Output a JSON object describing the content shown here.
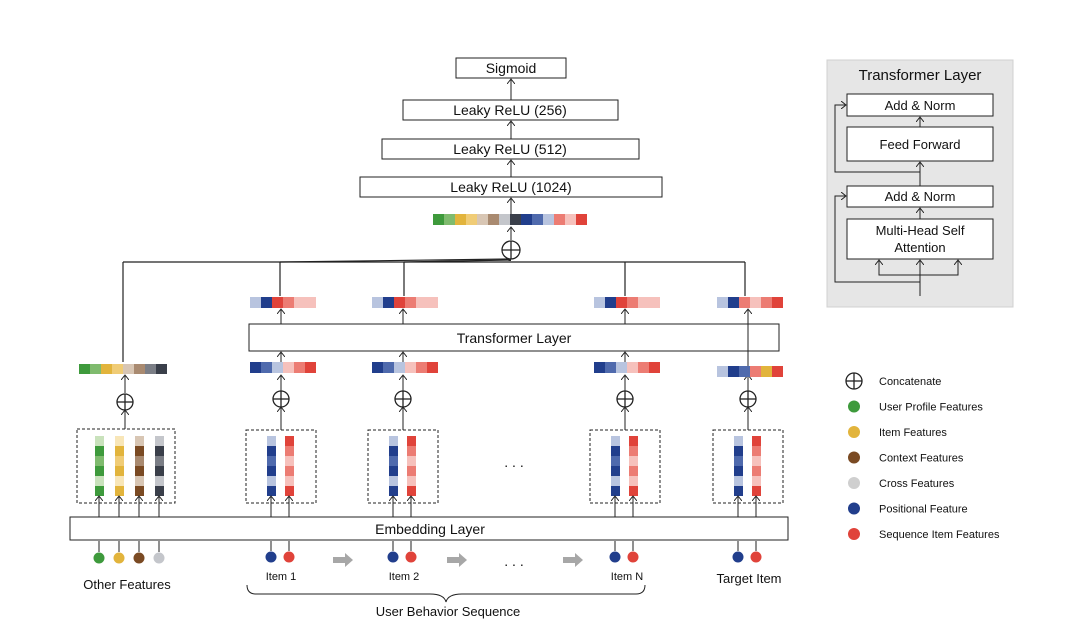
{
  "top_stack": {
    "sigmoid": "Sigmoid",
    "relu_256": "Leaky ReLU (256)",
    "relu_512": "Leaky ReLU (512)",
    "relu_1024": "Leaky ReLU (1024)"
  },
  "transformer_layer": "Transformer Layer",
  "embedding_layer": "Embedding  Layer",
  "inputs": {
    "other_features": "Other Features",
    "item_1": "Item 1",
    "item_2": "Item 2",
    "item_n": "Item N",
    "target_item": "Target Item",
    "sequence_caption": "User Behavior Sequence",
    "ellipsis": ". . ."
  },
  "detail": {
    "title": "Transformer Layer",
    "add_norm_top": "Add & Norm",
    "feed_forward": "Feed Forward",
    "add_norm_bottom": "Add & Norm",
    "mhsa_line1": "Multi-Head Self",
    "mhsa_line2": "Attention"
  },
  "legend": [
    {
      "label": "Concatenate",
      "icon": "concat-icon",
      "color": ""
    },
    {
      "label": "User Profile Features",
      "icon": "dot",
      "color": "#3e9a3c"
    },
    {
      "label": "Item Features",
      "icon": "dot",
      "color": "#e2b43c"
    },
    {
      "label": "Context Features",
      "icon": "dot",
      "color": "#7a4a23"
    },
    {
      "label": "Cross Features",
      "icon": "dot",
      "color": "#cfcfcf"
    },
    {
      "label": "Positional Feature",
      "icon": "dot",
      "color": "#213e8c"
    },
    {
      "label": "Sequence Item Features",
      "icon": "dot",
      "color": "#e0433a"
    }
  ],
  "colors": {
    "green": [
      "#3e9a3c",
      "#7fbb6e",
      "#c9e2bc"
    ],
    "yellow": [
      "#e2b43c",
      "#f0cc76",
      "#f8e6b8"
    ],
    "brown": [
      "#7a4a23",
      "#a98a70",
      "#d8c6b4"
    ],
    "gray": [
      "#3a3f4a",
      "#7b7e86",
      "#c4c6cb"
    ],
    "blue": [
      "#213e8c",
      "#4f6aad",
      "#b8c4df"
    ],
    "red": [
      "#e0433a",
      "#ec7c73",
      "#f6c1bc"
    ],
    "panel_bg": "#e6e6e6"
  }
}
